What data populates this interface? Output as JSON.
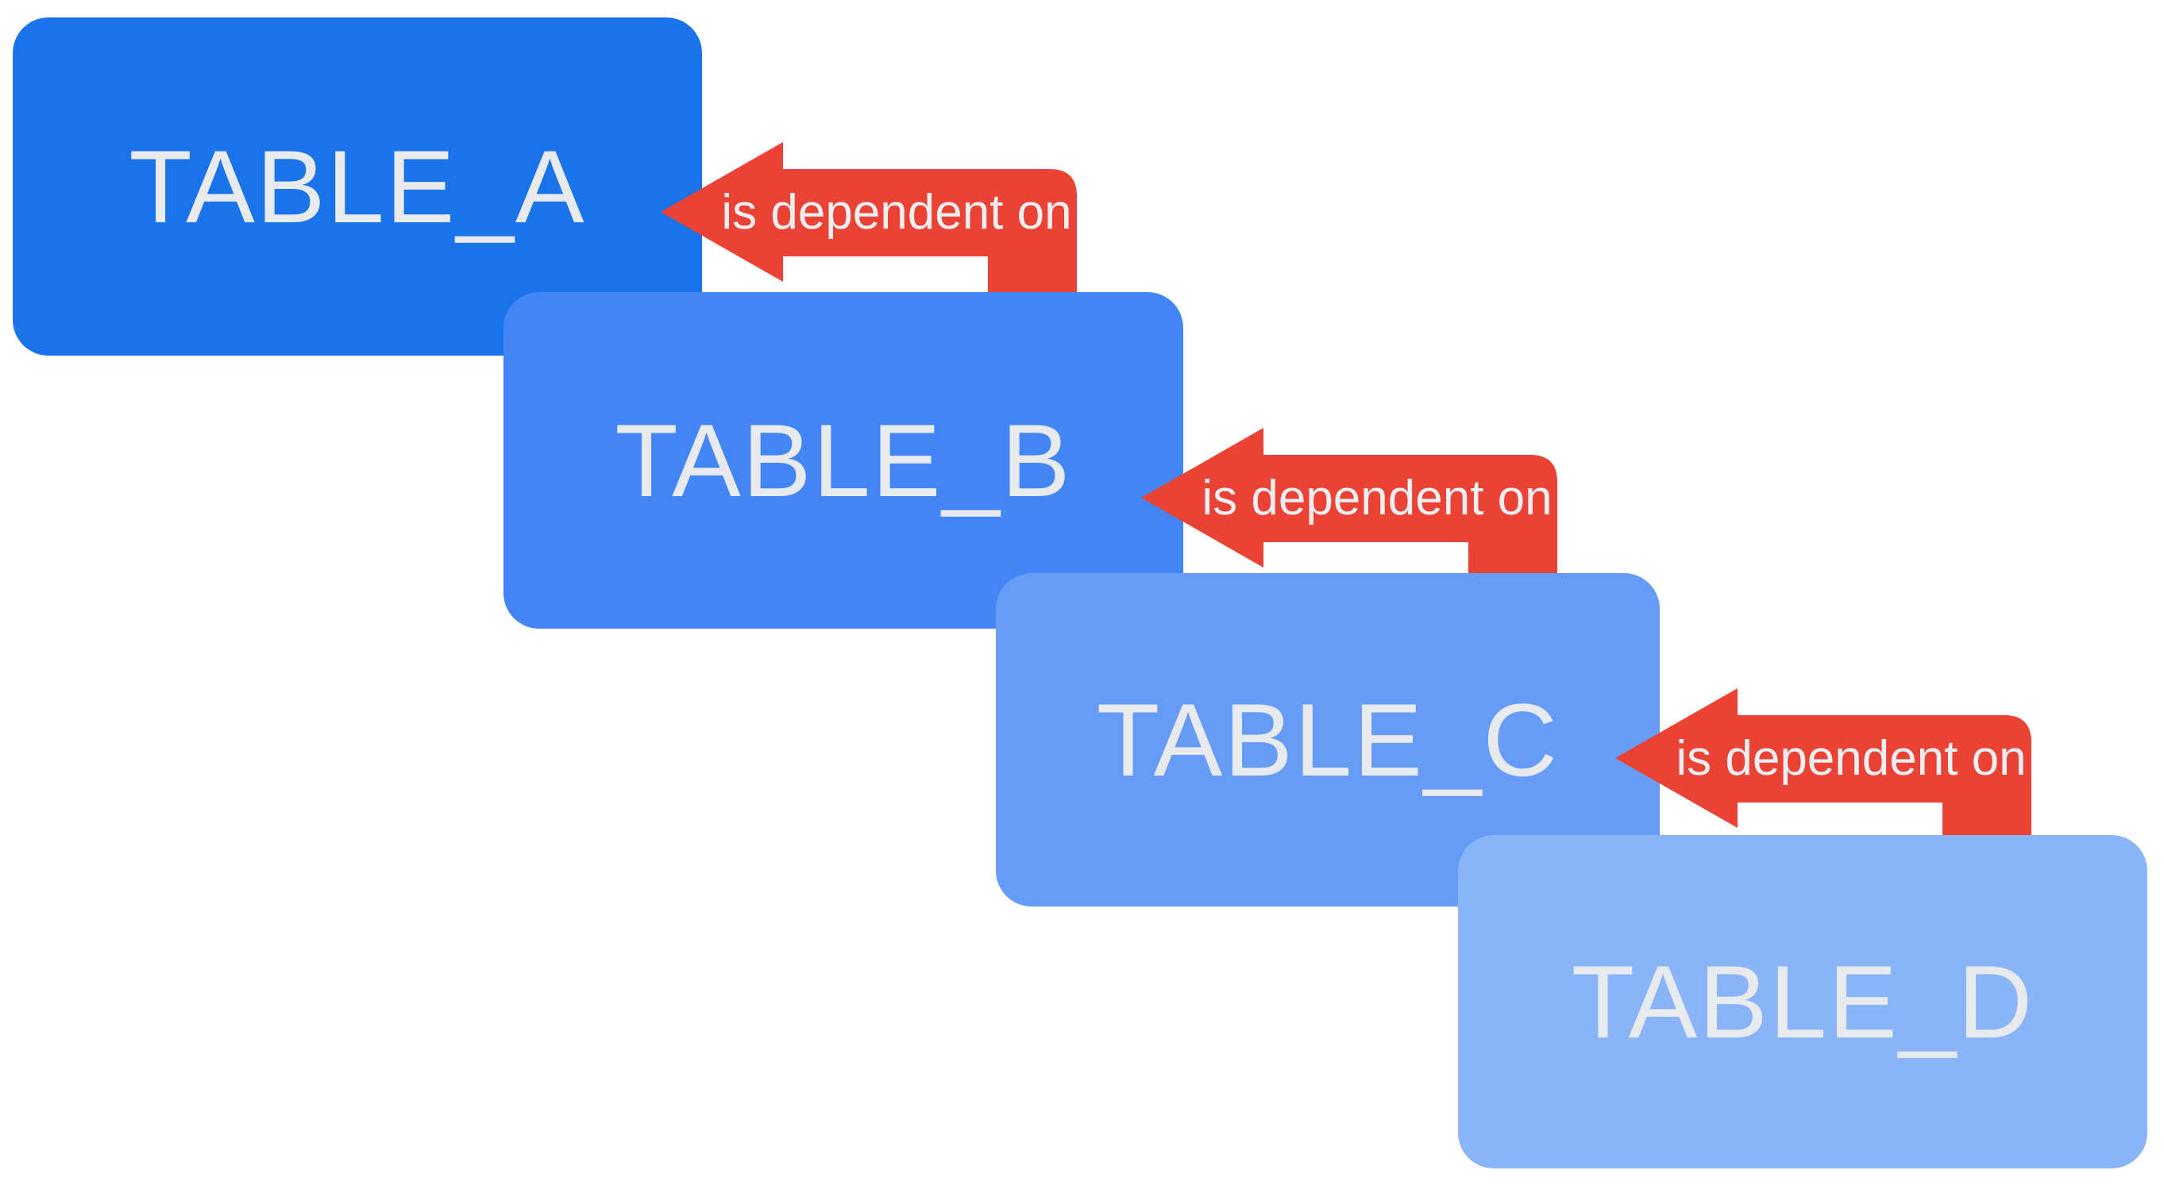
{
  "diagram": {
    "background_color": "#FFFFFF",
    "arrow_color": "#EA4335",
    "arrow_label_color": "#ECEFF1",
    "node_label_color": "#E8EAED",
    "nodes": [
      {
        "id": "table_a",
        "label": "TABLE_A",
        "color": "#1A73E8"
      },
      {
        "id": "table_b",
        "label": "TABLE_B",
        "color": "#4285F4"
      },
      {
        "id": "table_c",
        "label": "TABLE_C",
        "color": "#669CF6"
      },
      {
        "id": "table_d",
        "label": "TABLE_D",
        "color": "#8AB4F8"
      }
    ],
    "edges": [
      {
        "from": "TABLE_B",
        "to": "TABLE_A",
        "label": "is dependent on"
      },
      {
        "from": "TABLE_C",
        "to": "TABLE_B",
        "label": "is dependent on"
      },
      {
        "from": "TABLE_D",
        "to": "TABLE_C",
        "label": "is dependent on"
      }
    ]
  }
}
